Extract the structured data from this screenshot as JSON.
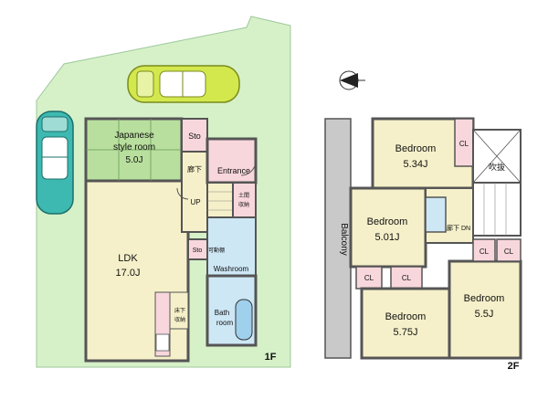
{
  "floor1": {
    "japanese_room": {
      "name_line1": "Japanese",
      "name_line2": "style room",
      "size": "5.0J"
    },
    "storage_top": "Sto",
    "hallway": "廊下",
    "entrance": "Entrance",
    "up": "UP",
    "shoe_storage_line1": "土間",
    "shoe_storage_line2": "収納",
    "ldk": {
      "name": "LDK",
      "size": "17.0J"
    },
    "storage_mid": "Sto",
    "storage_mid_note": "可動棚",
    "washroom": "Washroom",
    "bathroom_line1": "Bath",
    "bathroom_line2": "room",
    "underfloor_line1": "床下",
    "underfloor_line2": "収納",
    "floor_label": "1F"
  },
  "floor2": {
    "bedroom_a": {
      "name": "Bedroom",
      "size": "5.34J"
    },
    "bedroom_b": {
      "name": "Bedroom",
      "size": "5.01J"
    },
    "bedroom_c": {
      "name": "Bedroom",
      "size": "5.75J"
    },
    "bedroom_d": {
      "name": "Bedroom",
      "size": "5.5J"
    },
    "closet": "CL",
    "void": "吹抜",
    "hallway": "廊下",
    "down": "DN",
    "balcony": "Balcony",
    "floor_label": "2F"
  },
  "colors": {
    "lot": "#d6f1c8",
    "rooms": "#f5f0c9",
    "japanese_room": "#b9df9e",
    "storage": "#f8d7dc",
    "bath": "#cde7f5",
    "balcony": "#c9c9c9",
    "car_yellow": "#d3e84c",
    "car_teal": "#3db9b1"
  }
}
